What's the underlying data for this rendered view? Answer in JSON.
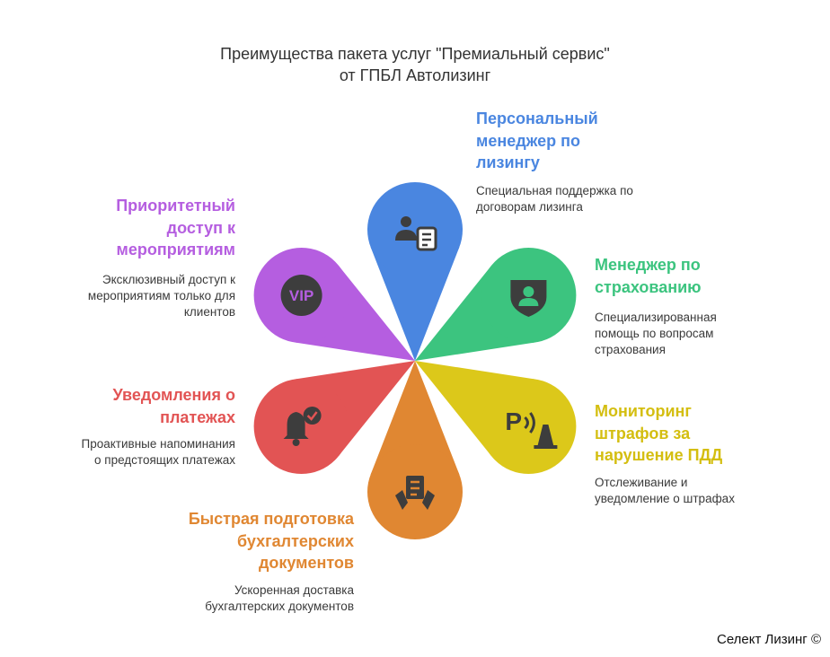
{
  "title": {
    "line1": "Преимущества пакета услуг \"Премиальный сервис\"",
    "line2": "от ГПБЛ Автолизинг"
  },
  "items": [
    {
      "key": "personal_manager",
      "color": "#4a86e0",
      "icon": "manager-document-icon",
      "heading": [
        "Персональный",
        "менеджер по",
        "лизингу"
      ],
      "description": [
        "Специальная поддержка по",
        "договорам лизинга"
      ]
    },
    {
      "key": "insurance_manager",
      "color": "#3cc47f",
      "icon": "shield-person-icon",
      "heading": [
        "Менеджер по",
        "страхованию"
      ],
      "description": [
        "Специализированная",
        "помощь по вопросам",
        "страхования"
      ]
    },
    {
      "key": "fines_monitoring",
      "color": "#dcc81a",
      "icon": "parking-cone-icon",
      "heading": [
        "Мониторинг",
        "штрафов за",
        "нарушение ПДД"
      ],
      "description": [
        "Отслеживание и",
        "уведомление о штрафах"
      ]
    },
    {
      "key": "accounting_docs",
      "color": "#e08732",
      "icon": "document-hands-icon",
      "heading": [
        "Быстрая подготовка",
        "бухгалтерских",
        "документов"
      ],
      "description": [
        "Ускоренная доставка",
        "бухгалтерских документов"
      ]
    },
    {
      "key": "payment_notifications",
      "color": "#e25454",
      "icon": "bell-check-icon",
      "heading": [
        "Уведомления о",
        "платежах"
      ],
      "description": [
        "Проактивные напоминания",
        "о предстоящих платежах"
      ]
    },
    {
      "key": "priority_events",
      "color": "#b55ee0",
      "icon": "vip-icon",
      "icon_text": "VIP",
      "heading": [
        "Приоритетный",
        "доступ к",
        "мероприятиям"
      ],
      "description": [
        "Эксклюзивный доступ к",
        "мероприятиям только для",
        "клиентов"
      ]
    }
  ],
  "footer": "Селект Лизинг ©"
}
